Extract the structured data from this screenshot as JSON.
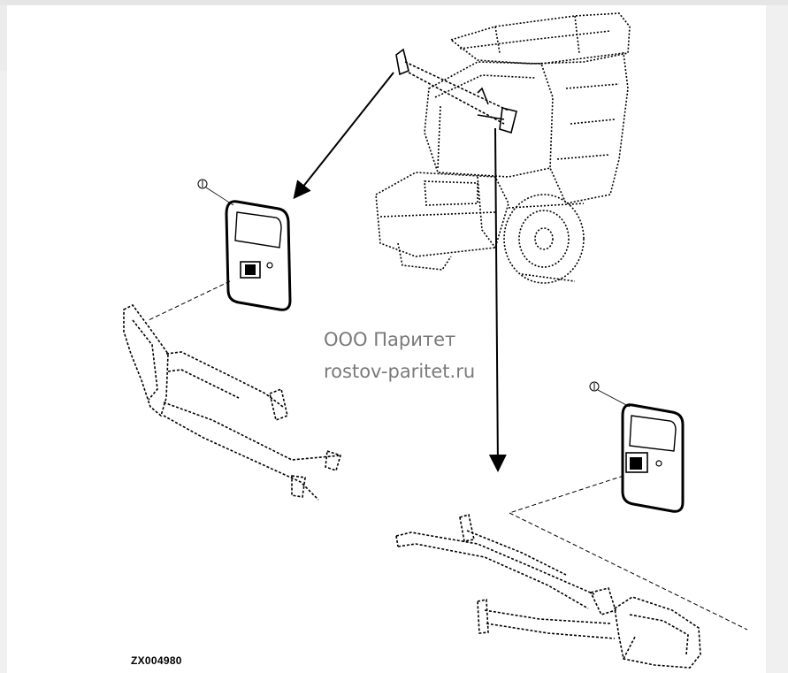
{
  "watermark": {
    "company": "ООО Паритет",
    "website": "rostov-paritet.ru"
  },
  "figure": {
    "code": "ZX004980"
  },
  "callouts": [
    "1",
    "1"
  ],
  "colors": {
    "line": "#000000",
    "watermark": "#7a7a7a",
    "background": "#ffffff"
  }
}
